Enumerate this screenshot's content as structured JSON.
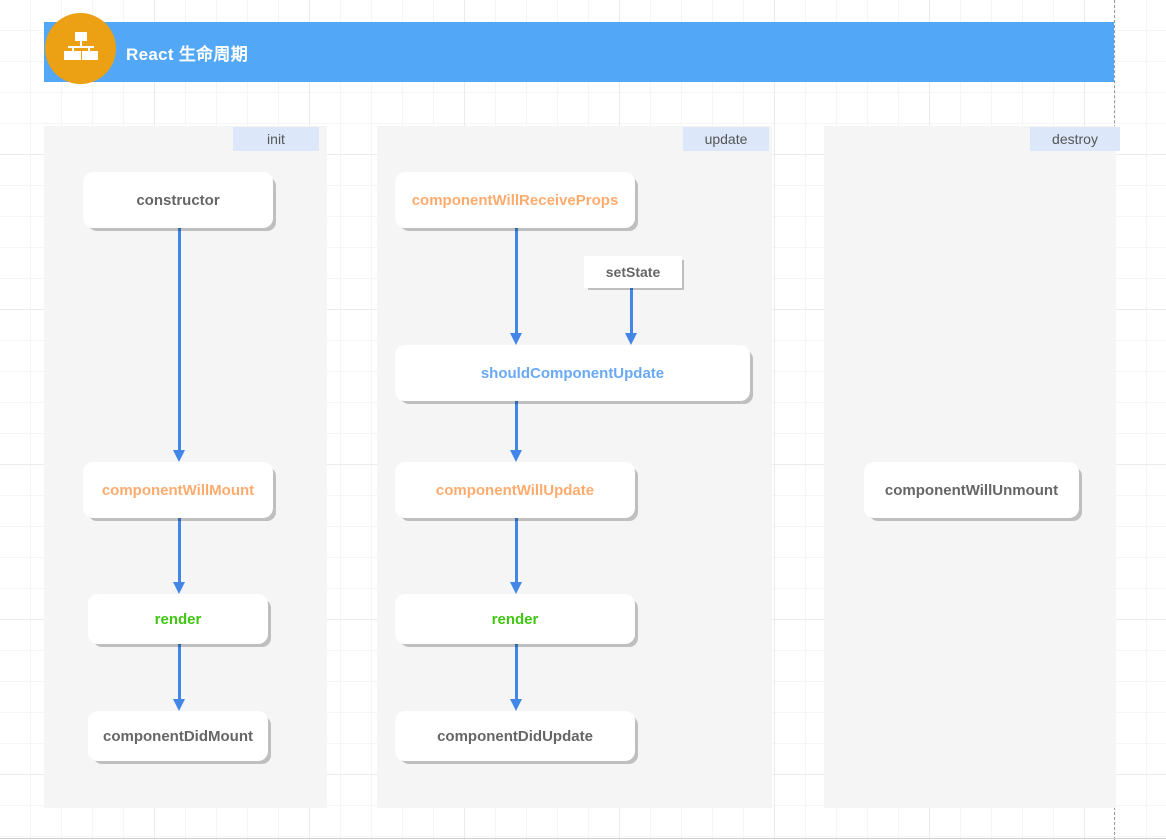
{
  "header": {
    "title": "React 生命周期",
    "icon": "org-chart-icon",
    "bar_color": "#52a7f7",
    "icon_color": "#eca013"
  },
  "colors": {
    "lane_bg": "#f5f5f5",
    "lane_label_bg": "#dce8fa",
    "arrow": "#4287e8",
    "text_default": "#666666",
    "text_orange": "#ffab6e",
    "text_green": "#3fc611",
    "text_blue": "#6aa9f5",
    "grid": "#ebebeb",
    "canvas": "#ffffff"
  },
  "lanes": [
    {
      "id": "init",
      "label": "init"
    },
    {
      "id": "update",
      "label": "update"
    },
    {
      "id": "destroy",
      "label": "destroy"
    }
  ],
  "nodes": {
    "constructor": {
      "label": "constructor",
      "lane": "init",
      "style": "default"
    },
    "componentWillMount": {
      "label": "componentWillMount",
      "lane": "init",
      "style": "orange"
    },
    "render_init": {
      "label": "render",
      "lane": "init",
      "style": "green"
    },
    "componentDidMount": {
      "label": "componentDidMount",
      "lane": "init",
      "style": "default"
    },
    "cwrp": {
      "label": "componentWillReceiveProps",
      "lane": "update",
      "style": "orange"
    },
    "setState": {
      "label": "setState",
      "lane": "update",
      "style": "default"
    },
    "scu": {
      "label": "shouldComponentUpdate",
      "lane": "update",
      "style": "blue"
    },
    "componentWillUpdate": {
      "label": "componentWillUpdate",
      "lane": "update",
      "style": "orange"
    },
    "render_update": {
      "label": "render",
      "lane": "update",
      "style": "green"
    },
    "componentDidUpdate": {
      "label": "componentDidUpdate",
      "lane": "update",
      "style": "default"
    },
    "componentWillUnmount": {
      "label": "componentWillUnmount",
      "lane": "destroy",
      "style": "default"
    }
  },
  "edges": [
    {
      "from": "constructor",
      "to": "componentWillMount"
    },
    {
      "from": "componentWillMount",
      "to": "render_init"
    },
    {
      "from": "render_init",
      "to": "componentDidMount"
    },
    {
      "from": "cwrp",
      "to": "scu"
    },
    {
      "from": "setState",
      "to": "scu"
    },
    {
      "from": "scu",
      "to": "componentWillUpdate"
    },
    {
      "from": "componentWillUpdate",
      "to": "render_update"
    },
    {
      "from": "render_update",
      "to": "componentDidUpdate"
    }
  ]
}
